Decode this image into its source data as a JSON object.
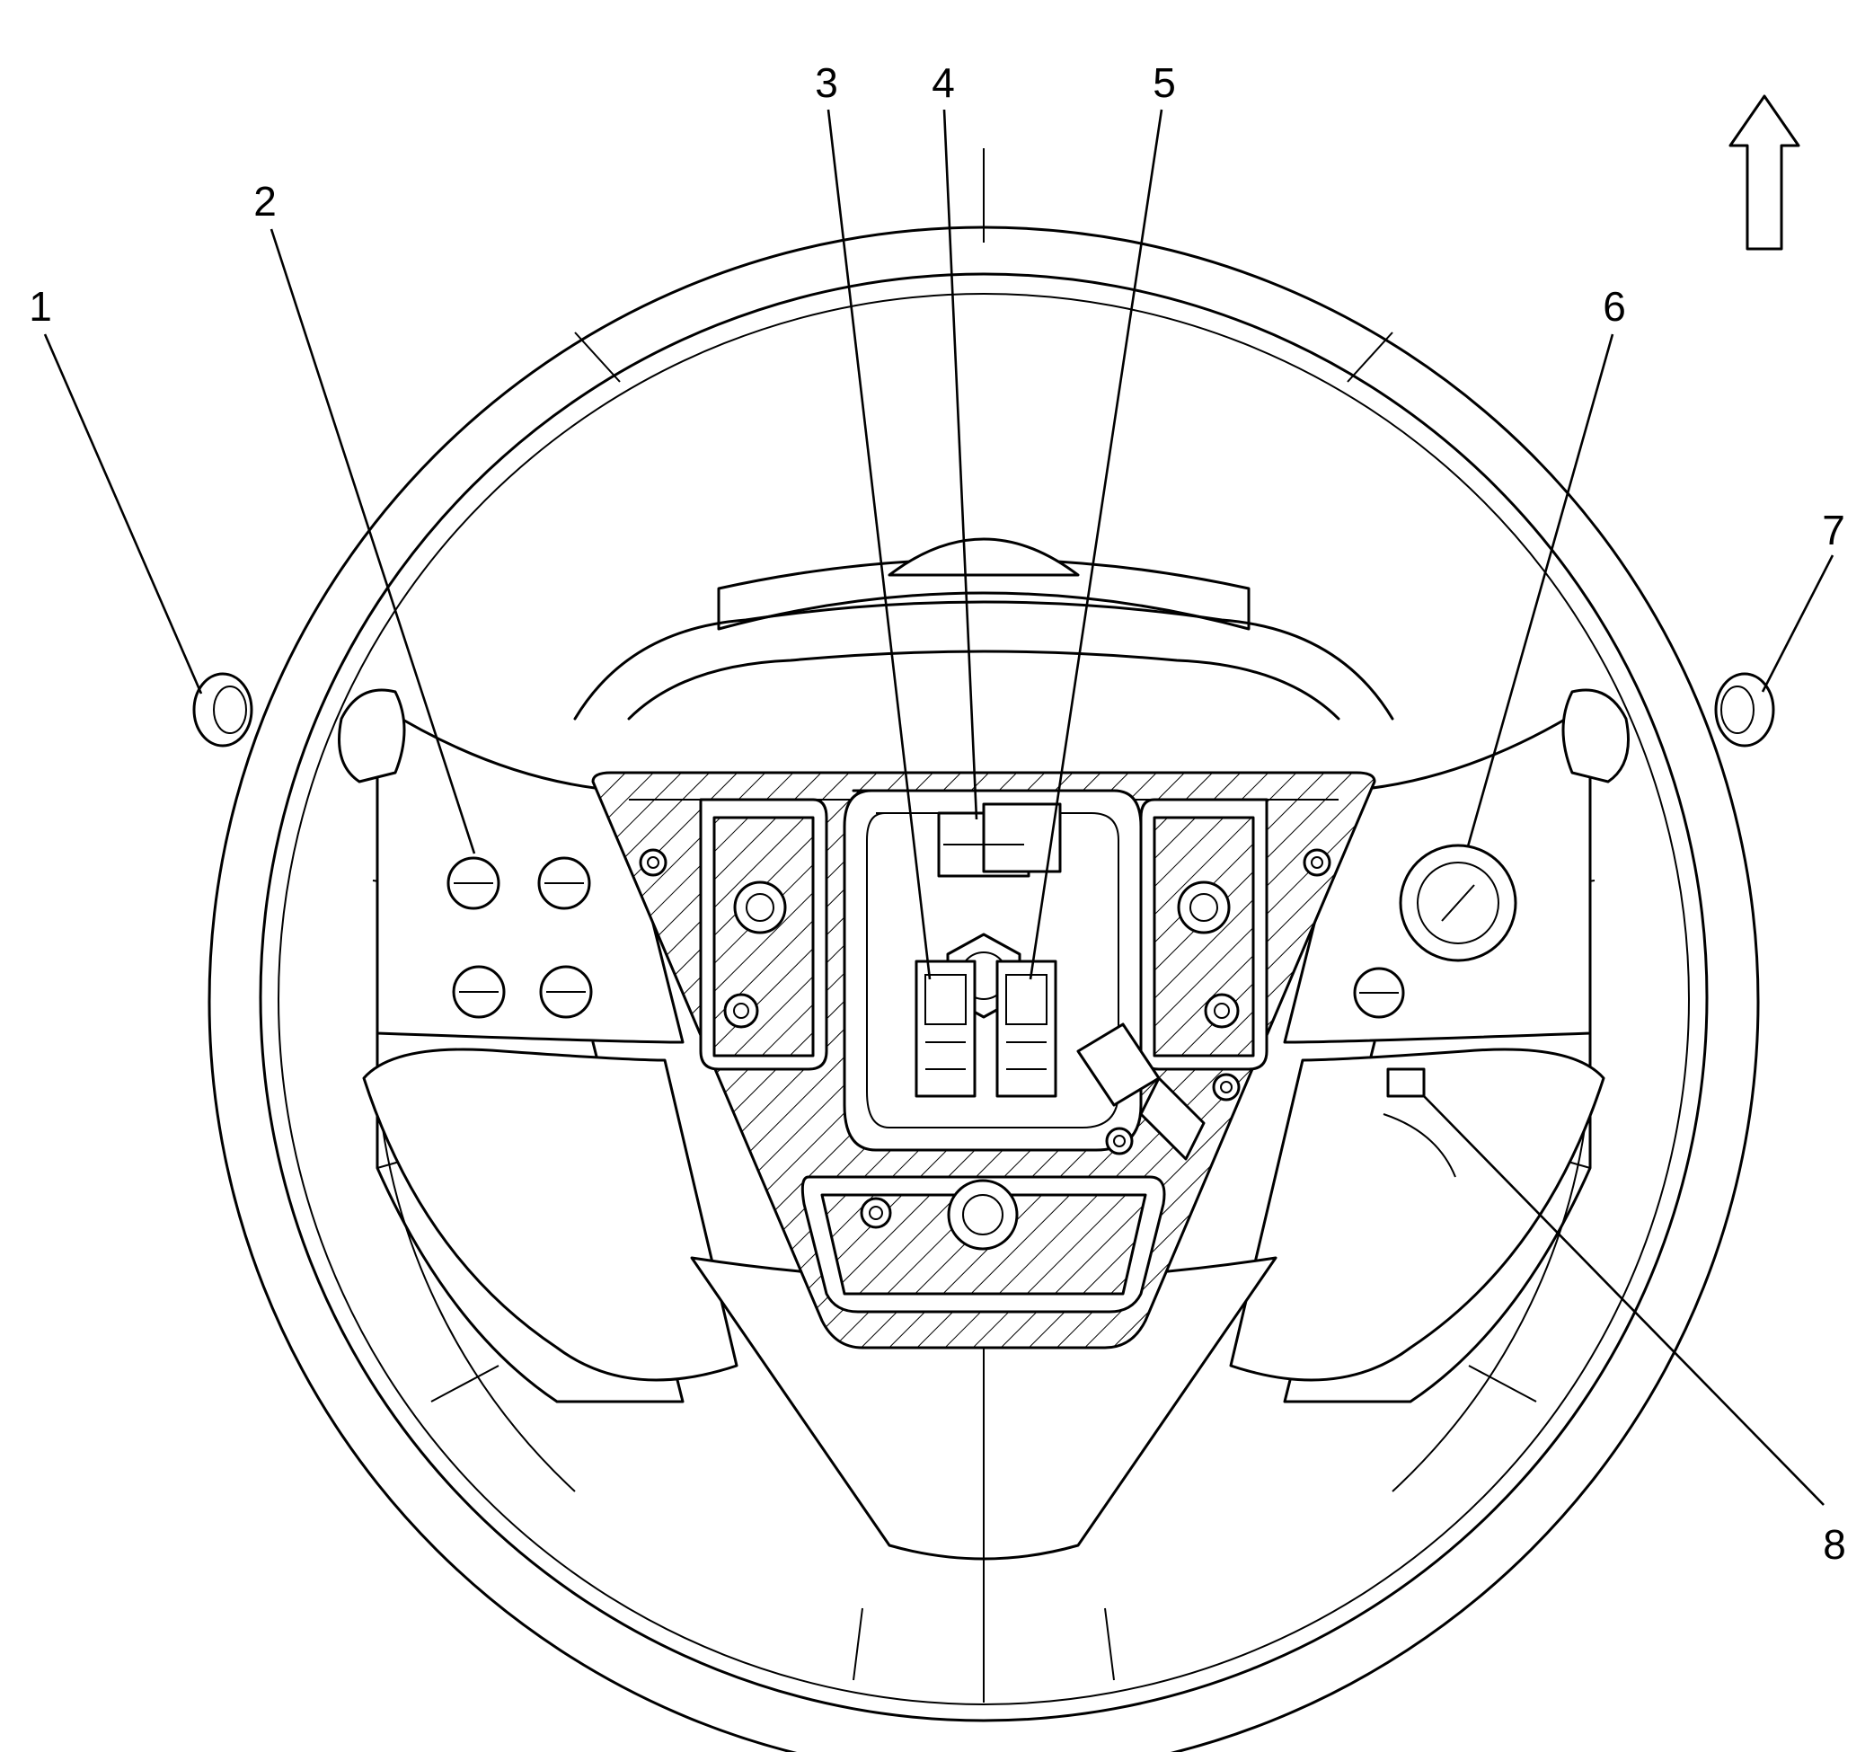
{
  "figure": {
    "callouts": [
      {
        "id": "1",
        "label": "1"
      },
      {
        "id": "2",
        "label": "2"
      },
      {
        "id": "3",
        "label": "3"
      },
      {
        "id": "4",
        "label": "4"
      },
      {
        "id": "5",
        "label": "5"
      },
      {
        "id": "6",
        "label": "6"
      },
      {
        "id": "7",
        "label": "7"
      },
      {
        "id": "8",
        "label": "8"
      }
    ],
    "orientation_arrow": "up-arrow-icon",
    "colors": {
      "line": "#000000",
      "background": "#ffffff"
    }
  }
}
